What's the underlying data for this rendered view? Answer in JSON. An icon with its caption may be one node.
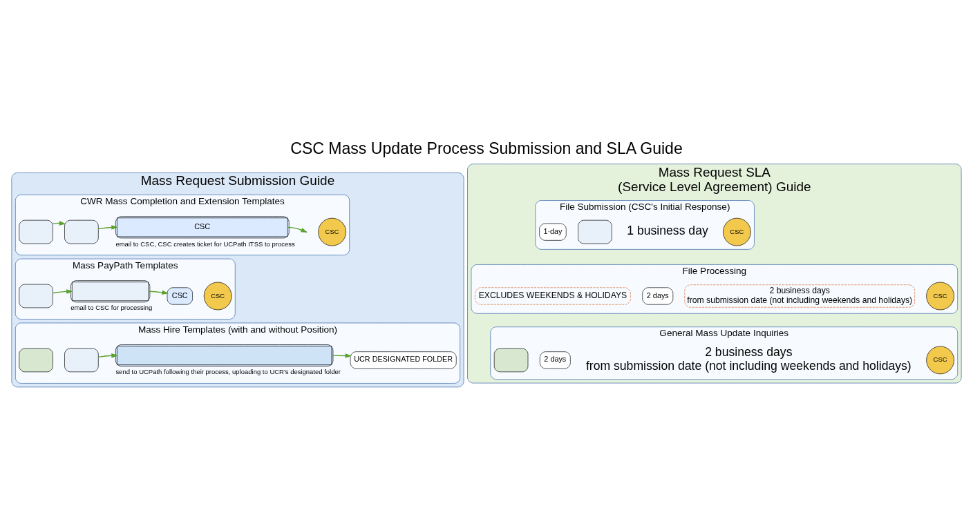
{
  "diagram": {
    "title": "CSC Mass Update Process Submission and SLA Guide",
    "nodes": [
      {
        "text": [
          "Mass Request Submission Guide"
        ]
      },
      {
        "text": [
          "CWR Mass Completion and Extension Templates"
        ],
        "in": 0
      },
      {
        "text": [],
        "shape": "box",
        "in": 1
      },
      {
        "text": [],
        "shape": "box",
        "in": 1
      },
      {
        "text": [
          "CSC"
        ],
        "in": 1,
        "beside": [
          "email to CSC, CSC creates ticket for UCPath ITSS to process"
        ]
      },
      {
        "text": [
          "CSC"
        ],
        "in": 1
      },
      {
        "text": [
          "Mass PayPath Templates"
        ],
        "in": 0
      },
      {
        "text": [],
        "shape": "box",
        "in": 6
      },
      {
        "text": [],
        "shape": "box",
        "in": 6,
        "beside": [
          "email to CSC for processing"
        ]
      },
      {
        "text": [
          "CSC"
        ],
        "in": 6
      },
      {
        "text": [
          "CSC"
        ],
        "in": 6
      },
      {
        "text": [
          "Mass Hire Templates (with and without Position)"
        ],
        "in": 0
      },
      {
        "text": [],
        "shape": "person",
        "in": 11
      },
      {
        "text": [],
        "shape": "box",
        "in": 11
      },
      {
        "text": [],
        "shape": "cloud",
        "in": 11,
        "beside": [
          "send to UCPath following their process, uploading to UCR's designated folder"
        ]
      },
      {
        "text": [
          "UCR DESIGNATED FOLDER"
        ],
        "in": 11
      },
      {
        "text": [
          "Mass Request SLA",
          "(Service Level Agreement) Guide"
        ]
      },
      {
        "text": [
          "File Submission (CSC's Initial Response)"
        ],
        "in": 16
      },
      {
        "text": [
          "1·day"
        ],
        "in": 17
      },
      {
        "text": [],
        "shape": "box",
        "in": 17
      },
      {
        "text": [
          "1 business day"
        ],
        "in": 17
      },
      {
        "text": [
          "CSC"
        ],
        "in": 17
      },
      {
        "text": [
          "File Processing"
        ],
        "in": 16
      },
      {
        "text": [
          "EXCLUDES WEEKENDS & HOLIDAYS"
        ],
        "in": 22
      },
      {
        "text": [
          "2 days"
        ],
        "in": 22
      },
      {
        "text": [
          "2 business days",
          "from submission date (not including weekends and holidays)"
        ],
        "in": 22
      },
      {
        "text": [
          "CSC"
        ],
        "in": 22
      },
      {
        "text": [
          "General Mass Update Inquiries"
        ],
        "in": 16
      },
      {
        "text": [],
        "shape": "person",
        "in": 27
      },
      {
        "text": [
          "2 days"
        ],
        "in": 27
      },
      {
        "text": [
          "2 business days",
          "from submission date (not including weekends and holidays)"
        ],
        "in": 27
      },
      {
        "text": [
          "CSC"
        ],
        "in": 27
      }
    ],
    "edges": [
      {
        "from": 2,
        "to": 3,
        "arrow": "to"
      },
      {
        "from": 3,
        "to": 4,
        "arrow": "to"
      },
      {
        "from": 4,
        "to": null,
        "arrow": "to"
      },
      {
        "from": 7,
        "to": 8,
        "arrow": "to"
      },
      {
        "from": 8,
        "to": 9,
        "arrow": "to"
      },
      {
        "from": 13,
        "to": 14,
        "arrow": "to"
      },
      {
        "from": 14,
        "to": 15,
        "arrow": "to"
      }
    ]
  }
}
